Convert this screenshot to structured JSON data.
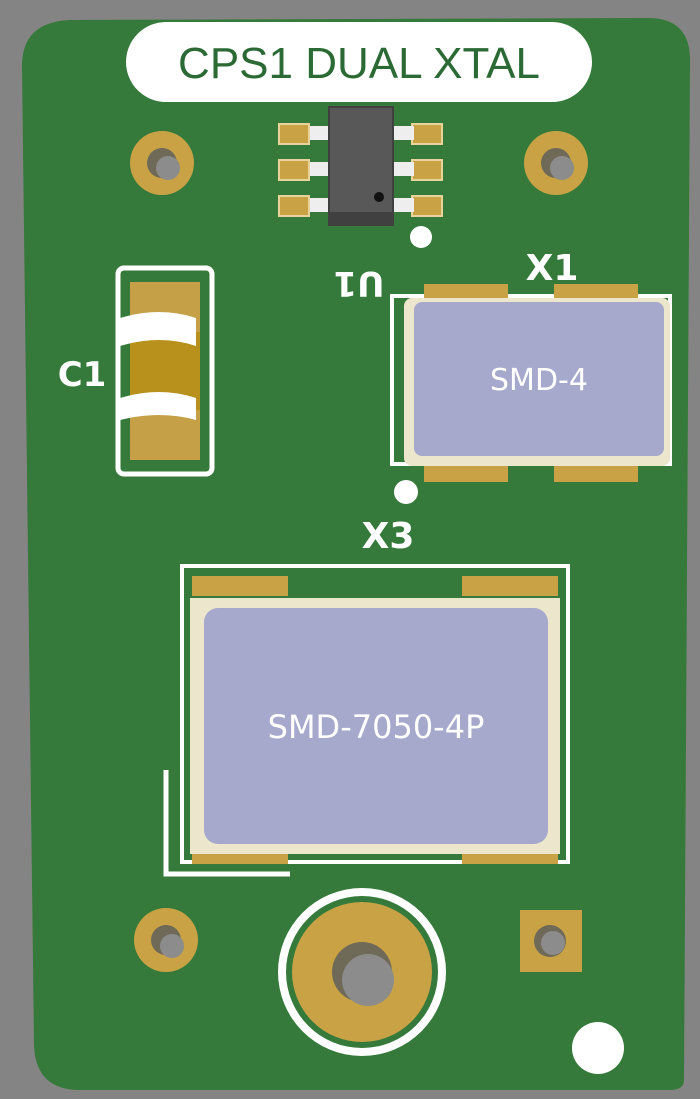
{
  "board": {
    "title": "CPS1 DUAL XTAL",
    "colors": {
      "background": "#848484",
      "board": "#357a3a",
      "silkscreen": "#ffffff",
      "copper": "#c5a046",
      "crystal_body": "#a6a8cc",
      "title_text": "#2b6a34"
    }
  },
  "components": {
    "u1": {
      "designator": "U1"
    },
    "x1": {
      "designator": "X1",
      "body_label": "SMD-4"
    },
    "x3": {
      "designator": "X3",
      "body_label": "SMD-7050-4P"
    },
    "c1": {
      "designator": "C1"
    }
  }
}
